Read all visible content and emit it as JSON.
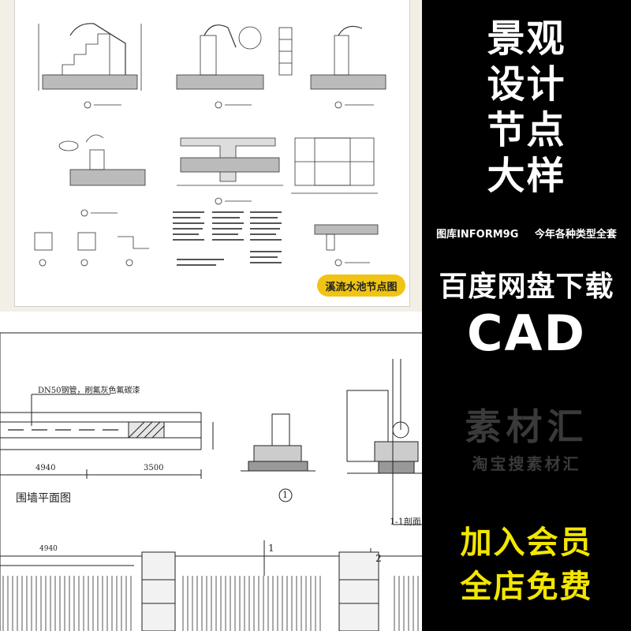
{
  "sidebar": {
    "title_lines": [
      "景观",
      "设计",
      "节点",
      "大样"
    ],
    "caption_left": "图库INFORM9G",
    "caption_right": "今年各种类型全套",
    "download": "百度网盘下载",
    "format": "CAD",
    "watermark_main": "素材汇",
    "watermark_sub": "淘宝搜素材汇",
    "cta_line1": "加入会员",
    "cta_line2": "全店免费"
  },
  "top_sheet": {
    "badge": "溪流水池节点图"
  },
  "bottom_sheet": {
    "pipe_note": "DN50钢管，刷氟灰色氟碳漆",
    "dim_left": "4940",
    "dim_right": "3500",
    "plan_title": "围墙平面图",
    "dim_bottom_left": "4940",
    "section_mark_1": "1",
    "section_mark_2": "2",
    "detail_mark": "1",
    "section_title": "1-1剖面"
  },
  "colors": {
    "background": "#000000",
    "accent_yellow": "#f3e600",
    "badge_yellow": "#f0c414"
  }
}
